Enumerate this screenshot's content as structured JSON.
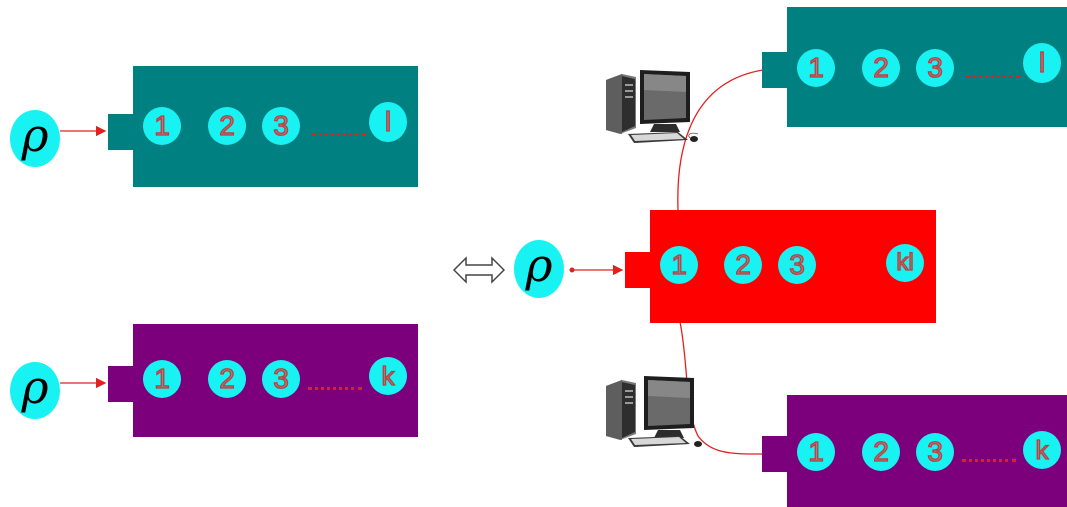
{
  "colors": {
    "teal": "#008080",
    "purple": "#7c007c",
    "red": "#ff0000",
    "node_fill": "#19f2f2",
    "digit_stroke": "#c23b3b",
    "connector": "#e32020"
  },
  "symbols": {
    "rho": "ρ",
    "equivalence": "⇔"
  },
  "registers": {
    "top_left": [
      "1",
      "2",
      "3",
      "l"
    ],
    "bottom_left": [
      "1",
      "2",
      "3",
      "k"
    ],
    "center": [
      "1",
      "2",
      "3",
      "kl"
    ],
    "top_right": [
      "1",
      "2",
      "3",
      "l"
    ],
    "bottom_right": [
      "1",
      "2",
      "3",
      "k"
    ]
  },
  "icons": {
    "computer_top": "desktop-computer-icon",
    "computer_bottom": "desktop-computer-icon"
  }
}
